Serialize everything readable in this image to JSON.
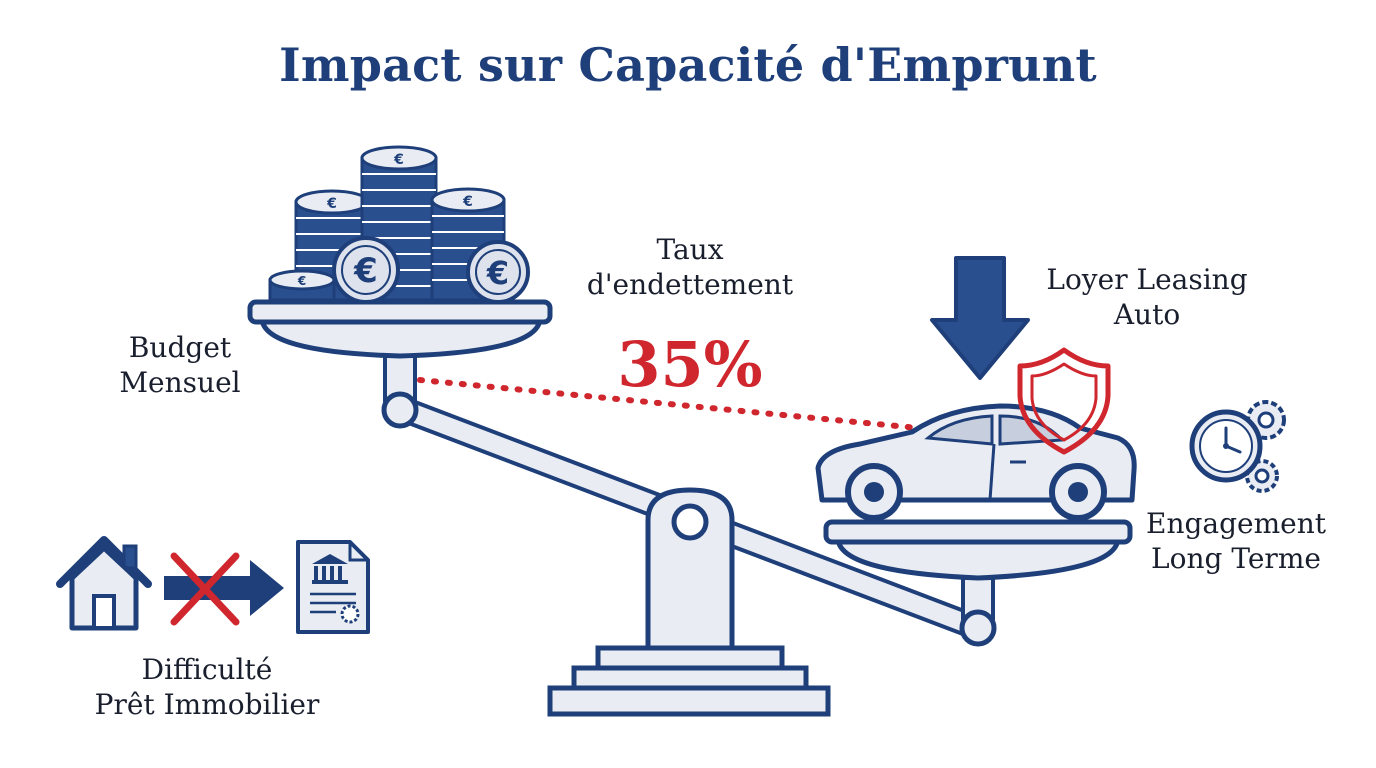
{
  "title": "Impact sur Capacité d'Emprunt",
  "labels": {
    "budget": [
      "Budget",
      "Mensuel"
    ],
    "ratio": [
      "Taux",
      "d'endettement"
    ],
    "ratio_value": "35%",
    "leasing": [
      "Loyer Leasing",
      "Auto"
    ],
    "engagement": [
      "Engagement",
      "Long Terme"
    ],
    "loan": [
      "Difficulté",
      "Prêt Immobilier"
    ]
  },
  "colors": {
    "navy": "#1e3f7a",
    "red": "#d0262e",
    "light_fill": "#e9ecf2"
  },
  "icons": [
    "euro-coin-icon",
    "down-arrow-icon",
    "shield-icon",
    "car-icon",
    "clock-icon",
    "gear-icon",
    "house-icon",
    "cross-icon",
    "right-arrow-icon",
    "bank-document-icon"
  ]
}
